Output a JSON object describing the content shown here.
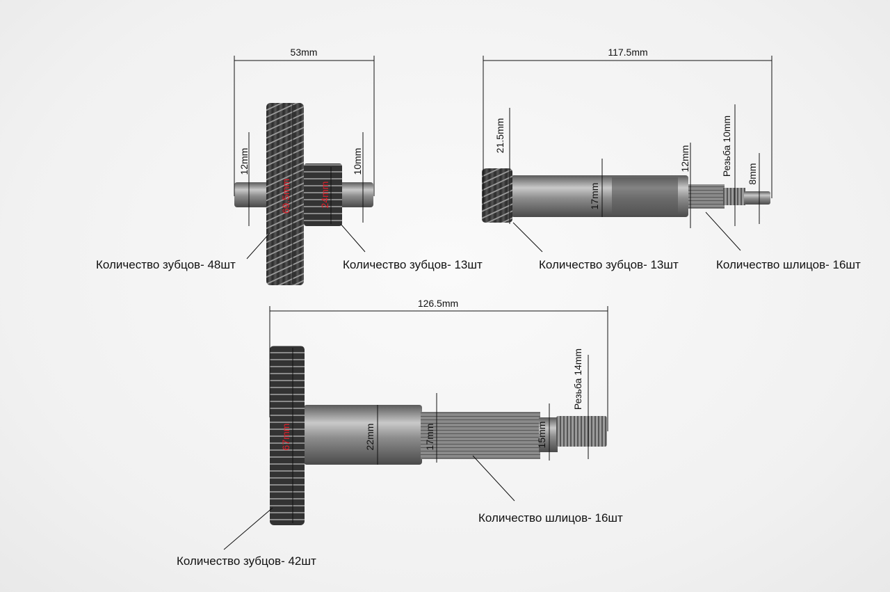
{
  "part1": {
    "length": "53mm",
    "shaft_left_dia": "12mm",
    "shaft_right_dia": "10mm",
    "big_gear_dia": "69.5mm",
    "small_gear_dia": "24mm",
    "big_gear_teeth": "Количество зубцов- 48шт",
    "small_gear_teeth": "Количество зубцов- 13шт"
  },
  "part2": {
    "length": "117.5mm",
    "pinion_dia": "21.5mm",
    "shaft_dia": "17mm",
    "spline_dia": "12mm",
    "thread": "Резьба 10mm",
    "end_dia": "8mm",
    "pinion_teeth": "Количество зубцов- 13шт",
    "splines": "Количество шлицов- 16шт"
  },
  "part3": {
    "length": "126.5mm",
    "gear_dia": "67mm",
    "shaft_dia": "22mm",
    "spline_dia": "17mm",
    "neck_dia": "15mm",
    "thread": "Резьба 14mm",
    "splines": "Количество шлицов- 16шт",
    "gear_teeth": "Количество зубцов- 42шт"
  },
  "colors": {
    "dimension_red": "#e0202a",
    "metal": "#8a8a8a",
    "gear_dark": "#3a3a3a"
  }
}
